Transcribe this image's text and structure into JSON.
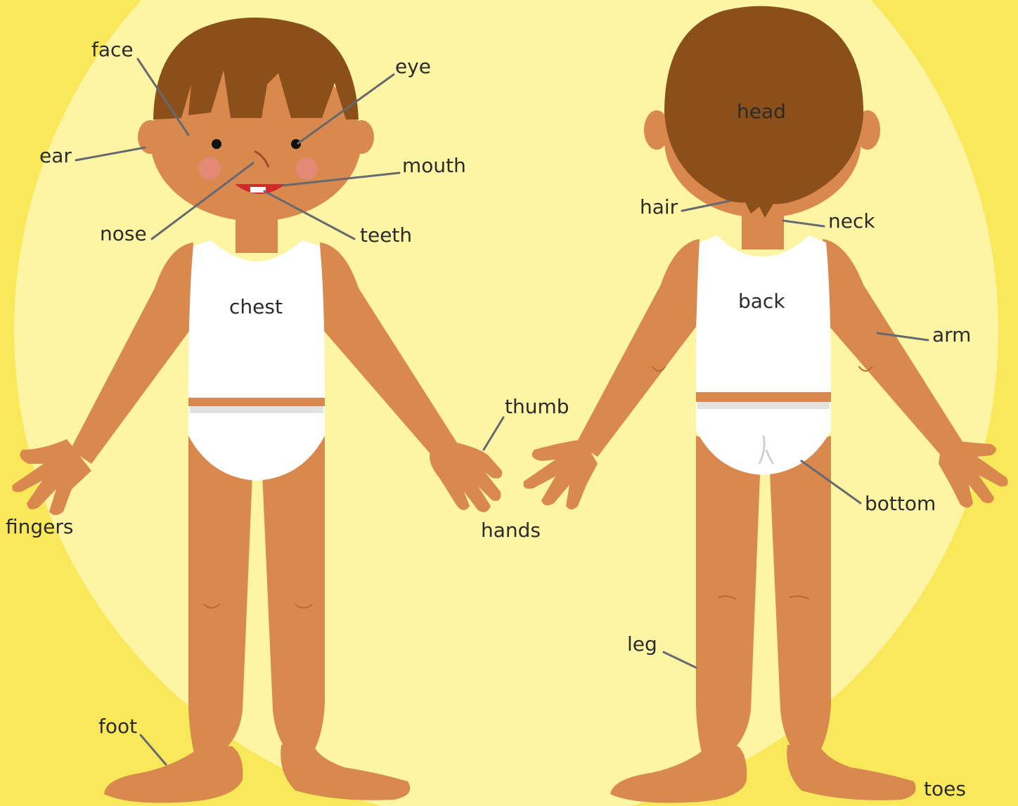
{
  "colors": {
    "background_outer": "#f8ec63",
    "background_glow": "#fdf6a8",
    "skin": "#d9884e",
    "hair": "#8b4f1a",
    "underwear": "#ffffff",
    "pointer_line": "#666a70",
    "label_text": "#2b2b2b"
  },
  "labels": {
    "face": "face",
    "eye": "eye",
    "ear": "ear",
    "mouth": "mouth",
    "nose": "nose",
    "teeth": "teeth",
    "chest": "chest",
    "thumb": "thumb",
    "fingers": "fingers",
    "hands": "hands",
    "foot": "foot",
    "head": "head",
    "hair": "hair",
    "neck": "neck",
    "back": "back",
    "arm": "arm",
    "bottom": "bottom",
    "leg": "leg",
    "toes": "toes"
  }
}
